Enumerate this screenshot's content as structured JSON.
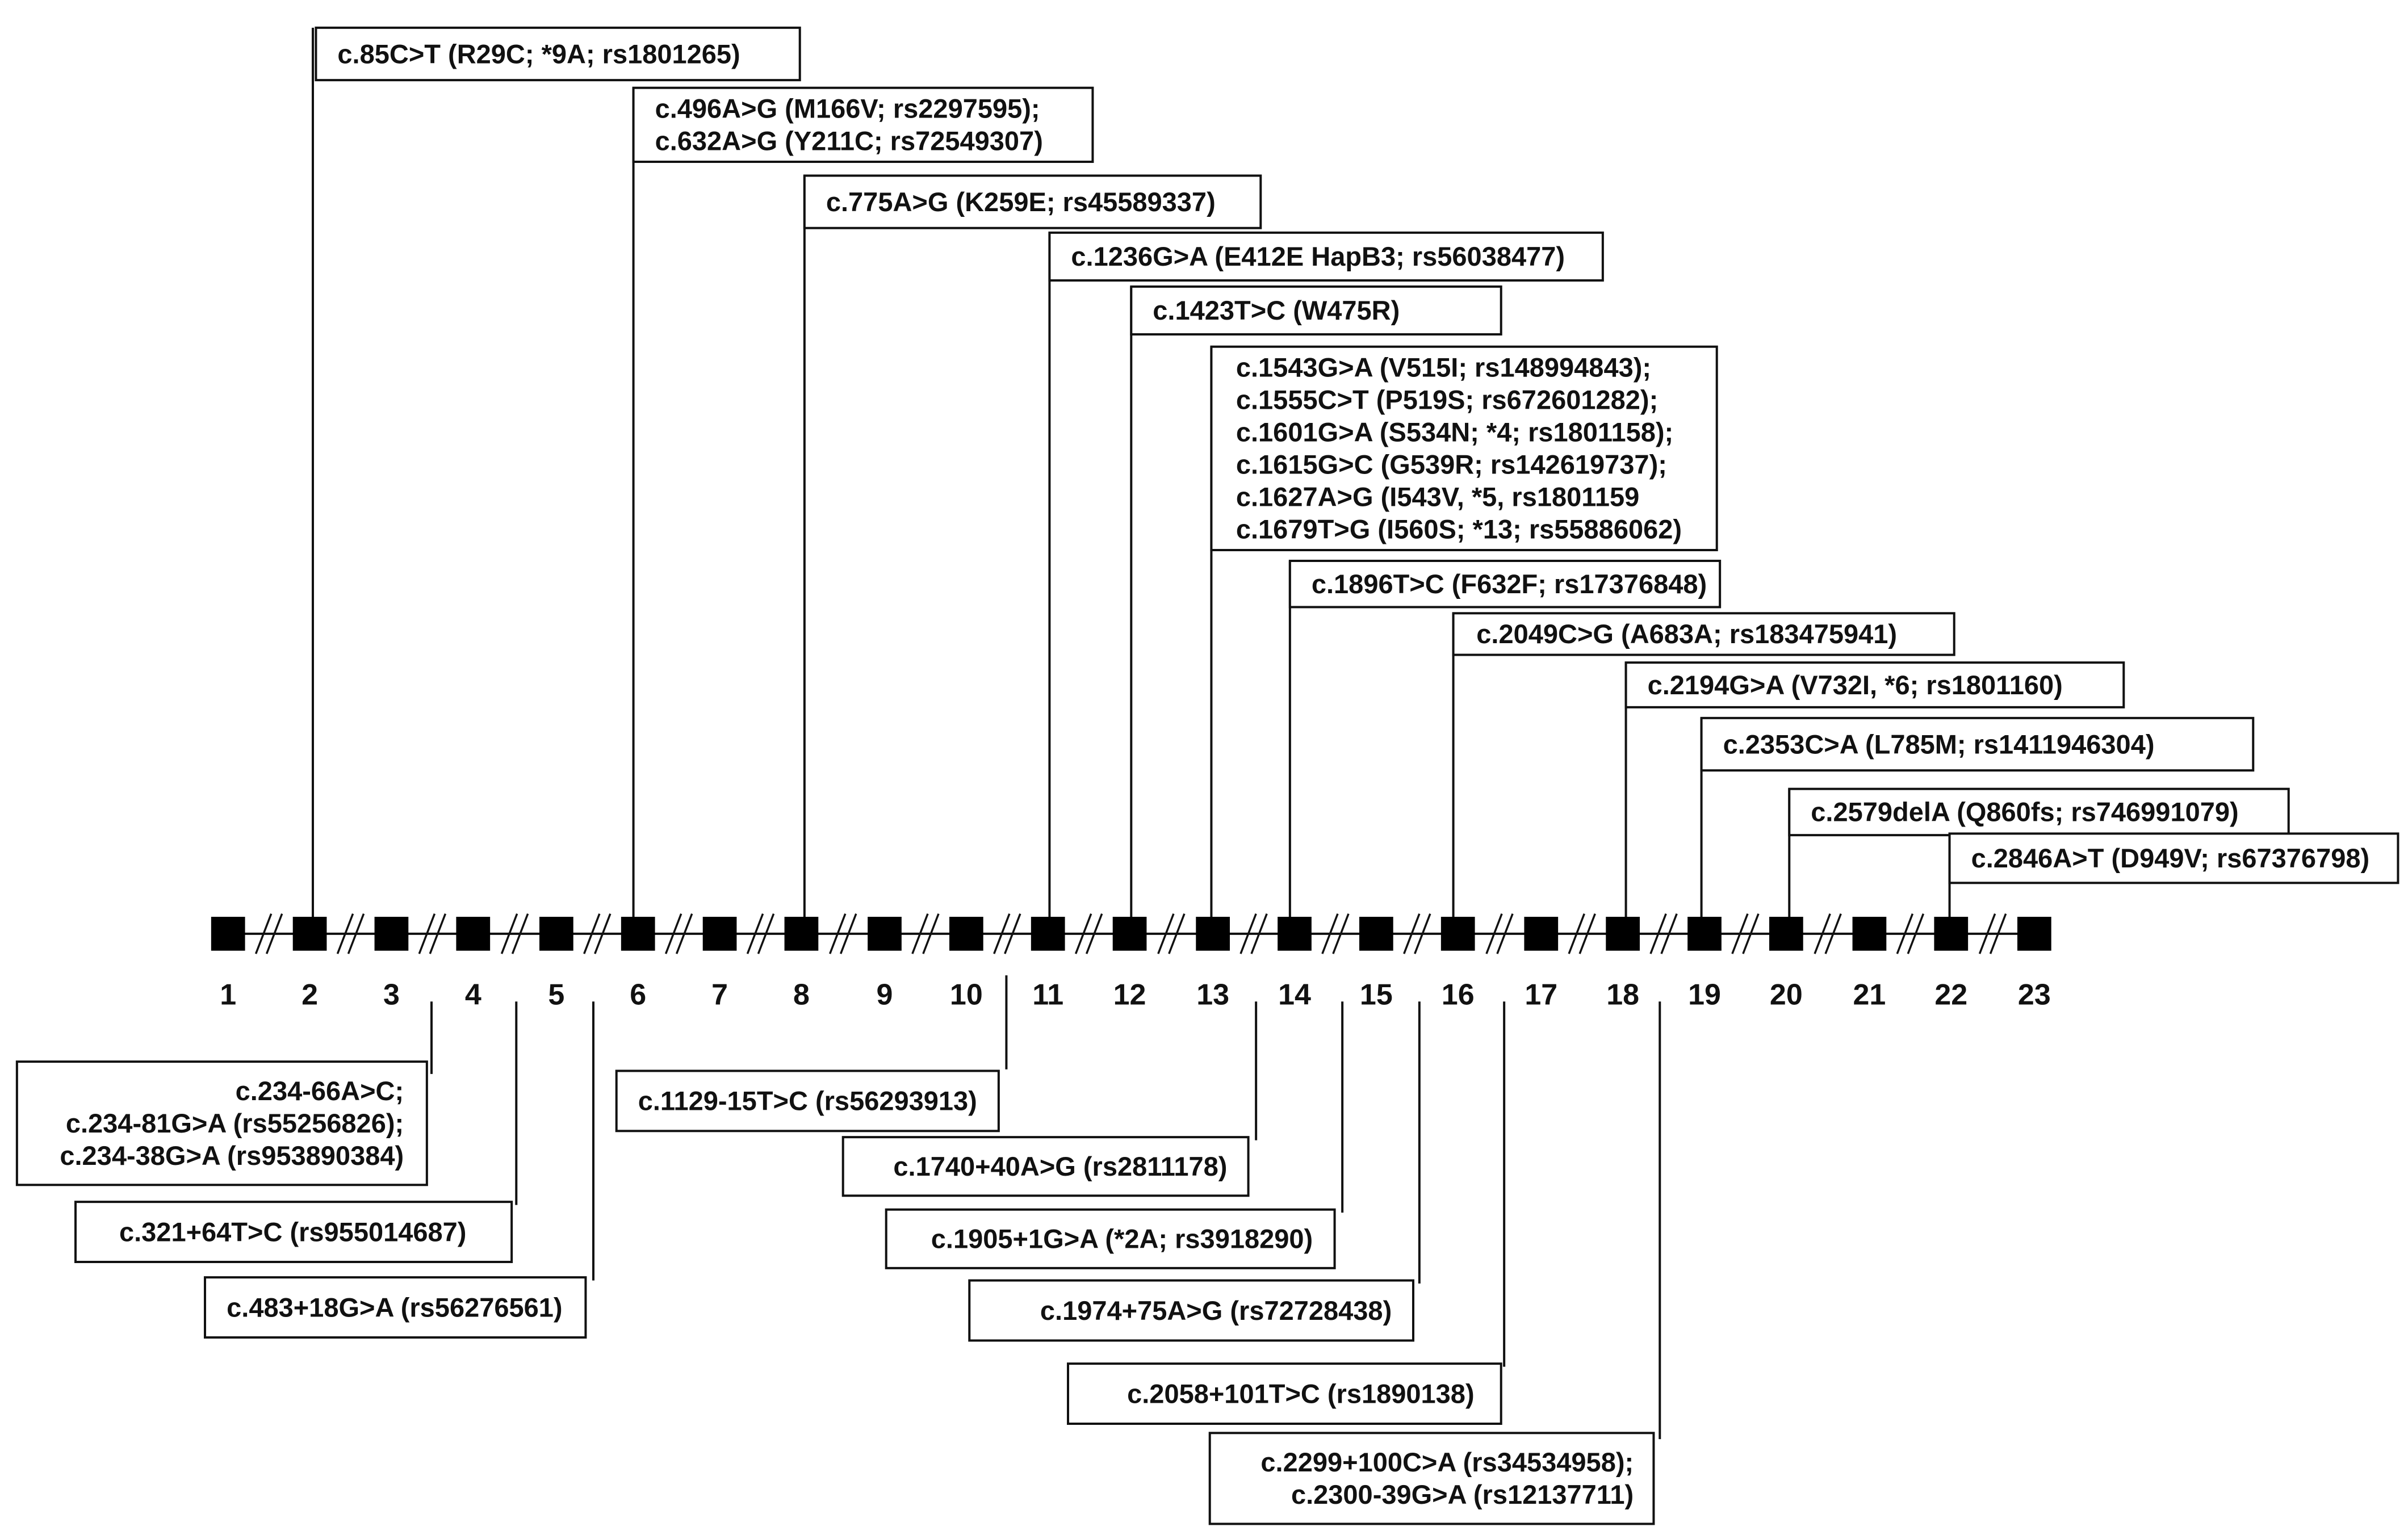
{
  "gene_diagram": {
    "exons": [
      "1",
      "2",
      "3",
      "4",
      "5",
      "6",
      "7",
      "8",
      "9",
      "10",
      "11",
      "12",
      "13",
      "14",
      "15",
      "16",
      "17",
      "18",
      "19",
      "20",
      "21",
      "22",
      "23"
    ],
    "exonic_variants": [
      {
        "lines": [
          "c.85C>T (R29C; *9A; rs1801265)"
        ]
      },
      {
        "lines": [
          "c.496A>G (M166V; rs2297595);",
          "c.632A>G (Y211C; rs72549307)"
        ]
      },
      {
        "lines": [
          "c.775A>G (K259E; rs45589337)"
        ]
      },
      {
        "lines": [
          "c.1236G>A (E412E HapB3; rs56038477)"
        ]
      },
      {
        "lines": [
          "c.1423T>C (W475R)"
        ]
      },
      {
        "lines": [
          "c.1543G>A (V515I; rs148994843);",
          "c.1555C>T (P519S; rs672601282);",
          "c.1601G>A (S534N; *4; rs1801158);",
          "c.1615G>C (G539R; rs142619737);",
          "c.1627A>G (I543V, *5, rs1801159",
          "c.1679T>G (I560S; *13; rs55886062)"
        ]
      },
      {
        "lines": [
          "c.1896T>C (F632F; rs17376848)"
        ]
      },
      {
        "lines": [
          "c.2049C>G (A683A; rs183475941)"
        ]
      },
      {
        "lines": [
          "c.2194G>A (V732I, *6; rs1801160)"
        ]
      },
      {
        "lines": [
          "c.2353C>A (L785M; rs1411946304)"
        ]
      },
      {
        "lines": [
          "c.2579delA (Q860fs; rs746991079)"
        ]
      },
      {
        "lines": [
          "c.2846A>T (D949V; rs67376798)"
        ]
      }
    ],
    "intronic_variants": [
      {
        "lines": [
          "c.234-66A>C;",
          "c.234-81G>A (rs55256826);",
          "c.234-38G>A (rs953890384)"
        ]
      },
      {
        "lines": [
          "c.321+64T>C (rs955014687)"
        ]
      },
      {
        "lines": [
          "c.483+18G>A (rs56276561)"
        ]
      },
      {
        "lines": [
          "c.1129-15T>C (rs56293913)"
        ]
      },
      {
        "lines": [
          "c.1740+40A>G (rs2811178)"
        ]
      },
      {
        "lines": [
          "c.1905+1G>A (*2A; rs3918290)"
        ]
      },
      {
        "lines": [
          "c.1974+75A>G (rs72728438)"
        ]
      },
      {
        "lines": [
          "c.2058+101T>C (rs1890138)"
        ]
      },
      {
        "lines": [
          "c.2299+100C>A (rs34534958);",
          "c.2300-39G>A (rs12137711)"
        ]
      }
    ]
  }
}
